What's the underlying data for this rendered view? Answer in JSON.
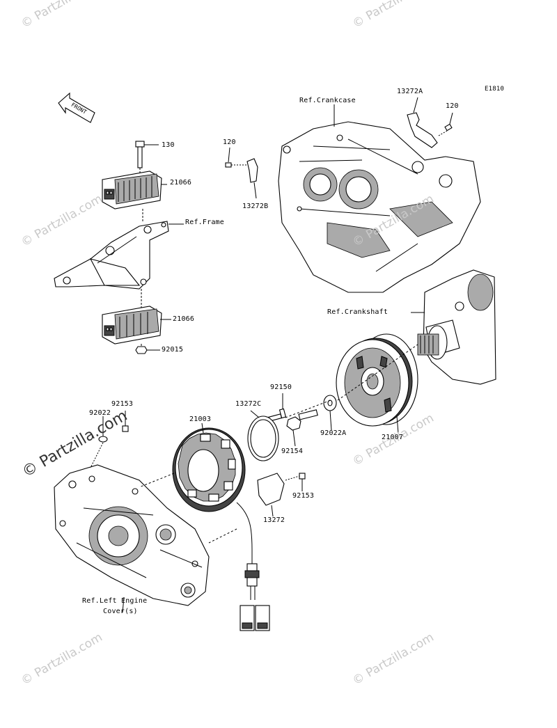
{
  "diagram": {
    "code": "E1810",
    "front_label": "FRONT",
    "watermark": "© Partzilla.com",
    "watermark_main": "© Partzilla.com"
  },
  "labels": {
    "l_130": "130",
    "l_21066_top": "21066",
    "l_ref_frame": "Ref.Frame",
    "l_21066_bottom": "21066",
    "l_92015": "92015",
    "l_120_left": "120",
    "l_13272b": "13272B",
    "l_ref_crankcase": "Ref.Crankcase",
    "l_13272a": "13272A",
    "l_120_right": "120",
    "l_ref_crankshaft": "Ref.Crankshaft",
    "l_92150": "92150",
    "l_13272c": "13272C",
    "l_21003": "21003",
    "l_92153_top": "92153",
    "l_92022": "92022",
    "l_92154": "92154",
    "l_92022a": "92022A",
    "l_21007": "21007",
    "l_92153_right": "92153",
    "l_13272": "13272",
    "l_ref_left_engine_1": "Ref.Left Engine",
    "l_ref_left_engine_2": "Cover(s)"
  }
}
